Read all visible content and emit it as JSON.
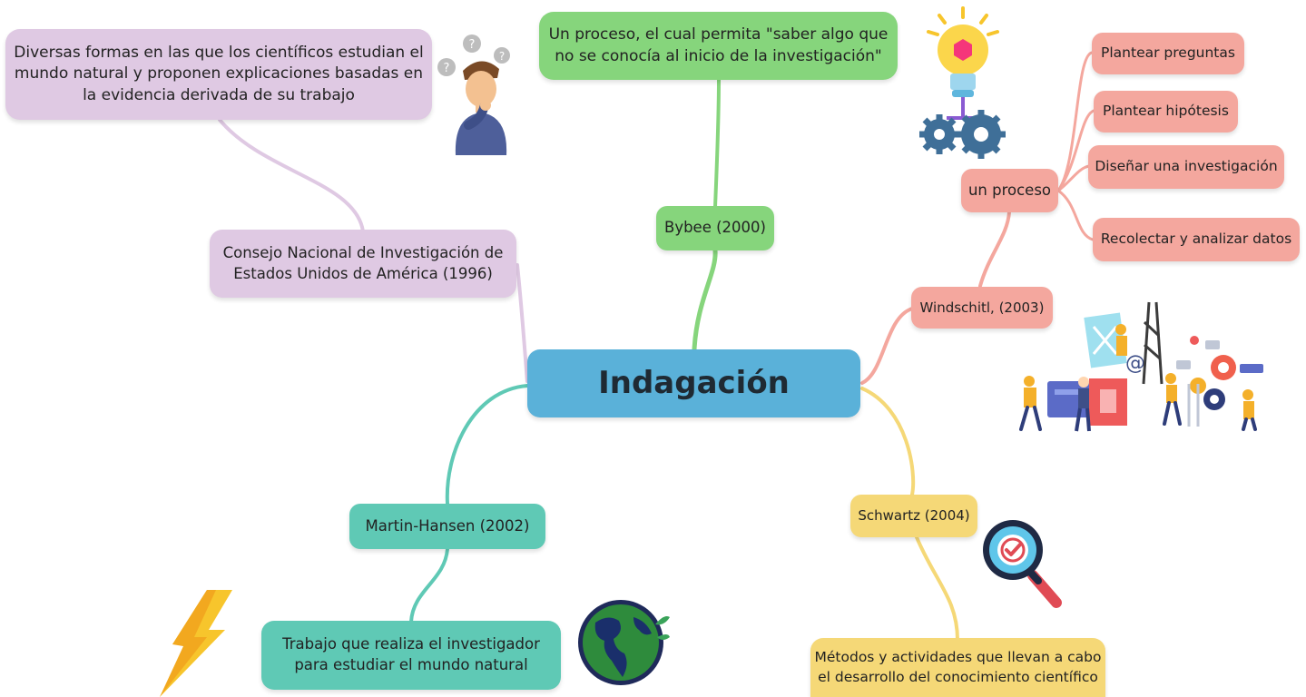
{
  "central": {
    "label": "Indagación",
    "color": "#5ab1d9"
  },
  "branches": {
    "bybee": {
      "author": "Bybee (2000)",
      "definition": "Un proceso, el cual permita \"saber algo que\nno se conocía al inicio de la investigación\"",
      "color": "#86d57c"
    },
    "nrc": {
      "author": "Consejo Nacional de Investigación de\nEstados Unidos de América (1996)",
      "definition": "Diversas formas en las que los científicos estudian el\nmundo natural y proponen explicaciones basadas en\nla evidencia derivada de su trabajo",
      "color": "#dfc9e3"
    },
    "windschitl": {
      "author": "Windschitl, (2003)",
      "definition": "un proceso",
      "steps": [
        "Plantear preguntas",
        "Plantear hipótesis",
        "Diseñar una investigación",
        "Recolectar y analizar datos"
      ],
      "color": "#f4a79e"
    },
    "martin_hansen": {
      "author": "Martin-Hansen (2002)",
      "definition": "Trabajo que realiza el investigador\npara estudiar el mundo natural",
      "color": "#5fc9b5"
    },
    "schwartz": {
      "author": "Schwartz (2004)",
      "definition": "Métodos y actividades que llevan a cabo\nel desarrollo del conocimiento científico",
      "color": "#f5d877"
    }
  },
  "icons": [
    "thinking-person-icon",
    "lightbulb-gears-icon",
    "team-working-icon",
    "magnifier-check-icon",
    "earth-globe-icon",
    "lightning-bolt-icon"
  ]
}
